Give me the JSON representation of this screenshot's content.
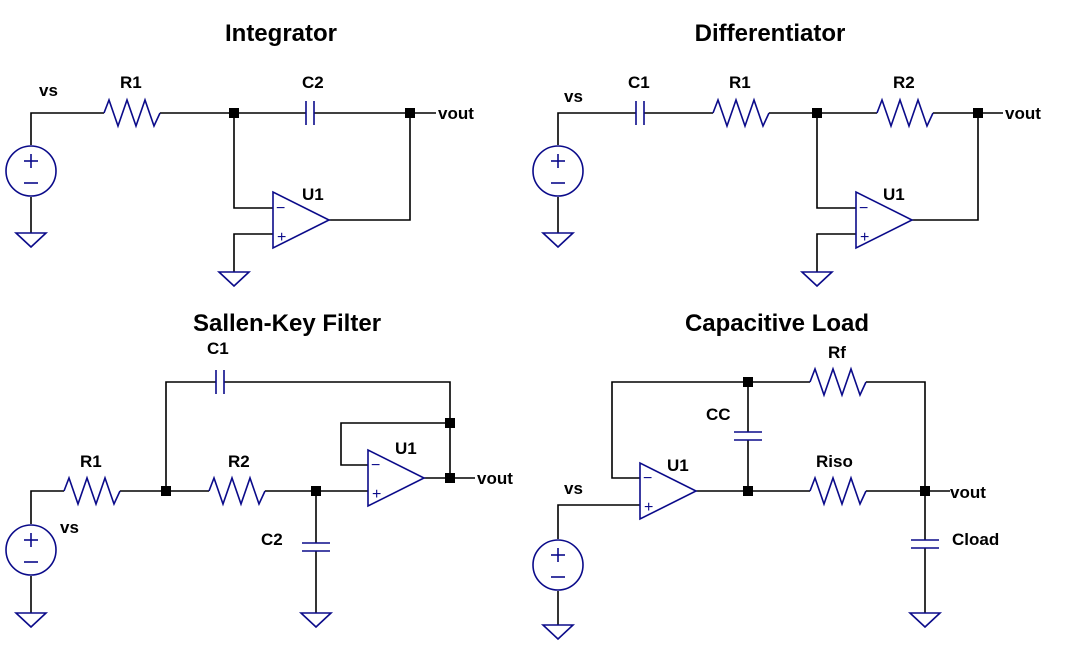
{
  "colors": {
    "wire": "#000000",
    "component": "#0b0b8a",
    "node": "#000000",
    "background": "#ffffff"
  },
  "integrator": {
    "title": "Integrator",
    "source": "vs",
    "resistor": "R1",
    "capacitor": "C2",
    "opamp": "U1",
    "output": "vout"
  },
  "differentiator": {
    "title": "Differentiator",
    "source": "vs",
    "capacitor": "C1",
    "resistor1": "R1",
    "resistor2": "R2",
    "opamp": "U1",
    "output": "vout"
  },
  "sallen_key": {
    "title": "Sallen-Key Filter",
    "source": "vs",
    "capacitor1": "C1",
    "resistor1": "R1",
    "resistor2": "R2",
    "capacitor2": "C2",
    "opamp": "U1",
    "output": "vout"
  },
  "capacitive_load": {
    "title": "Capacitive Load",
    "source": "vs",
    "feedback_resistor": "Rf",
    "comp_capacitor": "CC",
    "iso_resistor": "Riso",
    "load_capacitor": "Cload",
    "opamp": "U1",
    "output": "vout"
  },
  "symbols": {
    "plus": "+",
    "minus": "−",
    "source_plus": "+",
    "source_minus": "−"
  }
}
